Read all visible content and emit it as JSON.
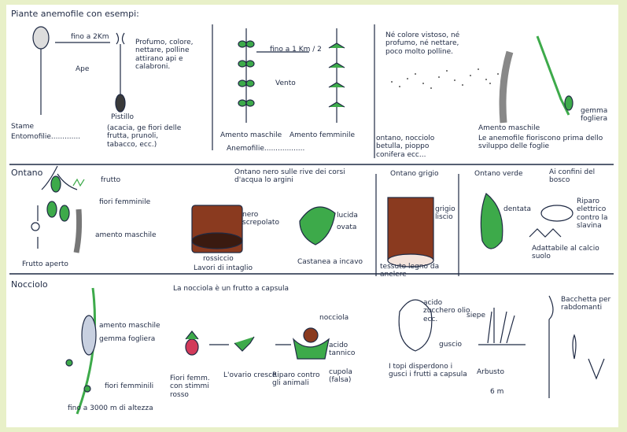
{
  "colors": {
    "frame": "#e8f0c8",
    "paper": "#ffffff",
    "ink": "#1f2a44",
    "leaf": "#3daa4a",
    "bark": "#8a3a1f",
    "red": "#d23a5a"
  },
  "row1": {
    "title": "Piante anemofile con esempi:",
    "distance_1": "fino a 2Km",
    "bee": "Ape",
    "attraction": "Profumo, colore, nettare, polline attirano api e calabroni.",
    "pistil": "Pistillo",
    "stamen": "Stame",
    "entomophily": "Entomofilie.............",
    "example_plants": "(acacia, ge fiori delle frutta, prunoli, tabacco, ecc.)",
    "distance_2": "fino a 1 Km / 2",
    "wind": "Vento",
    "male_catkin": "Amento maschile",
    "female_catkin": "Amento femminile",
    "anemophily": "Anemofilie..................",
    "anemophilous_trees": "ontano, nocciolo betulla, pioppo conifera ecc...",
    "no_attraction": "Né colore vistoso, né profumo, né nettare, poco molto polline.",
    "male_catkin_2": "Amento maschile",
    "flowering_note": "Le anemofile fioriscono prima dello sviluppo delle foglie",
    "bud": "gemma fogliera"
  },
  "row2": {
    "title": "Ontano",
    "fruit": "frutto",
    "female_flower": "fiori femminile",
    "male_catkin": "amento maschile",
    "ripe_fruit": "Frutto aperto",
    "black_alder": "Ontano nero sulle rive dei corsi d'acqua lo argini",
    "black_cracked": "nero screpolato",
    "reddish": "rossiccio",
    "worked": "Lavori di intaglio",
    "glossy": "lucida",
    "blunt": "ovata",
    "chestnut_shape": "Castanea a incavo",
    "grey_alder": "Ontano grigio",
    "smooth_grey": "grigio liscio",
    "red_wood": "tessuto legno da anelere",
    "green_alder": "Ontano verde",
    "serrated": "dentata",
    "boundary": "Ai confini del bosco",
    "protection": "Riparo elettrico contro la slavina",
    "adapts": "Adattabile al calcio suolo"
  },
  "row3": {
    "title": "Nocciolo",
    "male_catkin": "amento maschile",
    "leaf_bud": "gemma fogliera",
    "female_flowers": "fiori femminili",
    "height": "fino a 3000 m di altezza",
    "capsule_title": "La nocciola è un frutto a capsula",
    "female_red": "Fiori femm. con stimmi rosso",
    "ovary": "L'ovario cresce",
    "shelter": "Riparo contro gli animali",
    "nut": "nocciola",
    "tannic": "acido tannico",
    "cupule": "cupola (falsa)",
    "kernel": "acido zucchero olio ecc.",
    "shell": "guscio",
    "dispersers": "I topi disperdono i gusci i frutti a capsula",
    "hedges": "siepe",
    "shrub": "Arbusto",
    "height_m": "6 m",
    "wand": "Bacchetta per rabdomanti"
  }
}
